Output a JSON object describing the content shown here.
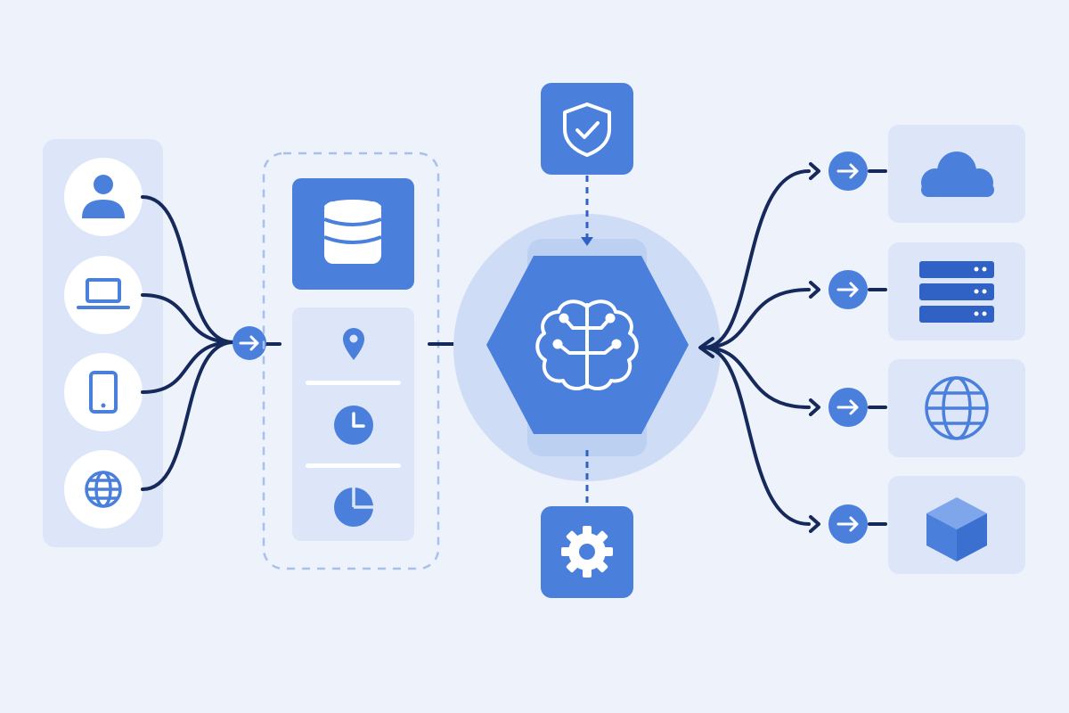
{
  "colors": {
    "background": "#eef2fb",
    "panel": "#dce6f8",
    "circle_bg": "#ffffff",
    "accent": "#4a7fdc",
    "accent_dark": "#2f62c4",
    "halo": "#cfdcf5",
    "halo_inner": "#bcd0f2",
    "line": "#16295b",
    "divider": "#ffffff"
  },
  "diagram": {
    "sources": [
      {
        "name": "user",
        "icon": "user-icon"
      },
      {
        "name": "laptop",
        "icon": "laptop-icon"
      },
      {
        "name": "tablet",
        "icon": "tablet-icon"
      },
      {
        "name": "web",
        "icon": "globe-icon"
      }
    ],
    "ingest_icon": "database-icon",
    "ingest_details": [
      "location-pin-icon",
      "clock-icon",
      "pie-chart-icon"
    ],
    "core_icon": "brain-circuit-icon",
    "security_icon": "shield-check-icon",
    "config_icon": "gear-icon",
    "destinations": [
      {
        "name": "cloud",
        "icon": "cloud-icon"
      },
      {
        "name": "servers",
        "icon": "server-stack-icon"
      },
      {
        "name": "web",
        "icon": "globe-icon"
      },
      {
        "name": "package",
        "icon": "cube-icon"
      }
    ]
  }
}
